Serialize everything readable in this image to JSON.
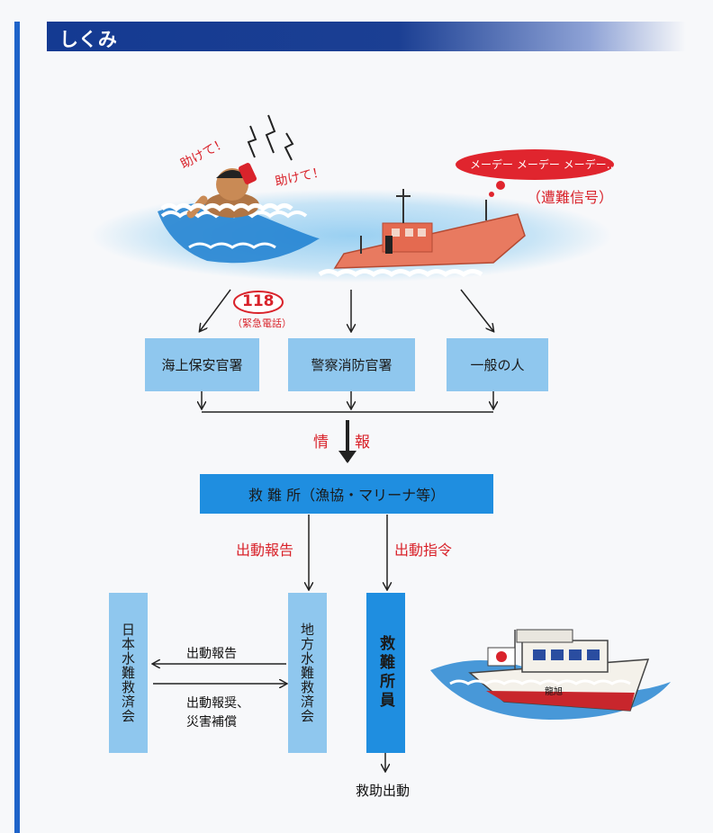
{
  "header": {
    "title": "しくみ"
  },
  "illustration": {
    "shout_left": "助けて！",
    "shout_right": "助けて！",
    "bubble": "メーデー メーデー メーデー…",
    "signal_label": "（遭難信号）"
  },
  "emergency": {
    "number": "118",
    "label": "（緊急電話）"
  },
  "sources": [
    "海上保安官署",
    "警察消防官署",
    "一般の人"
  ],
  "info_label": "情　報",
  "center_box": "救 難 所（漁協・マリーナ等）",
  "dispatch_report": "出動報告",
  "dispatch_order": "出動指令",
  "boxes": {
    "japan": "日本水難救済会",
    "local": "地方水難救済会",
    "staff": "救難所員"
  },
  "arrow_labels": {
    "report": "出動報告",
    "reward_line1": "出動報奨、",
    "reward_line2": "災害補償"
  },
  "rescue": "救助出動",
  "boat_name": "龍旭",
  "colors": {
    "header": "#1b3f93",
    "accent": "#1f8ee0",
    "box_light": "#8fc7ee",
    "alert_red": "#d9232b"
  }
}
